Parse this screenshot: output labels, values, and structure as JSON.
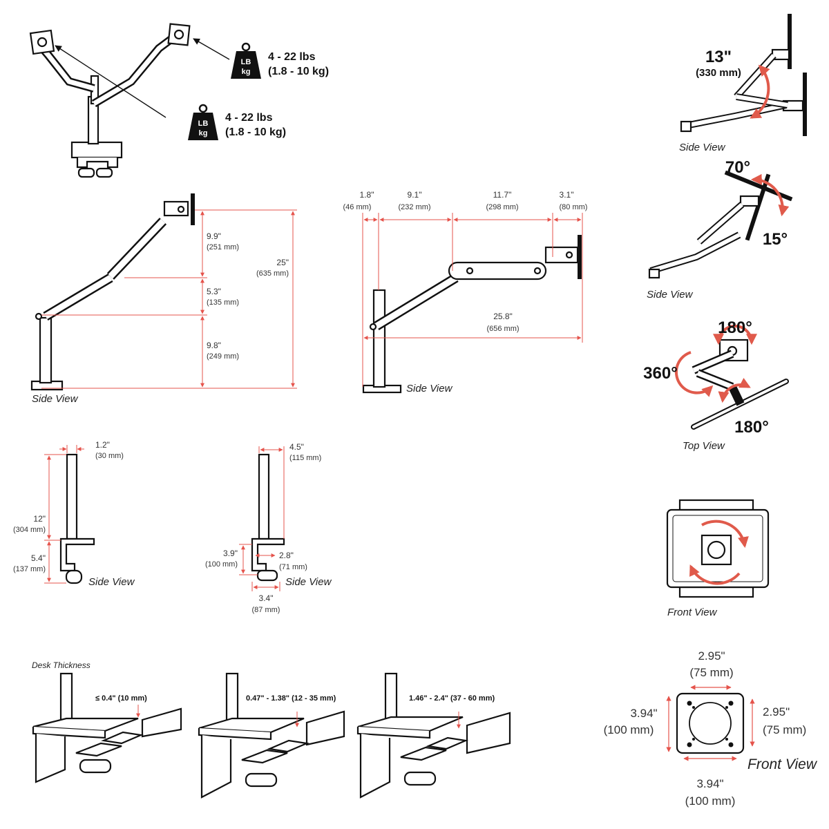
{
  "weights": {
    "top": {
      "lb": "4 - 22 lbs",
      "kg": "(1.8 - 10 kg)",
      "icon_top": "LB",
      "icon_bottom": "kg"
    },
    "lower": {
      "lb": "4 - 22 lbs",
      "kg": "(1.8 - 10 kg)",
      "icon_top": "LB",
      "icon_bottom": "kg"
    }
  },
  "side_view_height": {
    "view_label": "Side View",
    "dims": [
      {
        "in": "9.9\"",
        "mm": "(251 mm)"
      },
      {
        "in": "5.3\"",
        "mm": "(135 mm)"
      },
      {
        "in": "9.8\"",
        "mm": "(249 mm)"
      }
    ],
    "total": {
      "in": "25\"",
      "mm": "(635 mm)"
    }
  },
  "side_view_reach": {
    "view_label": "Side View",
    "segments": [
      {
        "in": "1.8\"",
        "mm": "(46 mm)"
      },
      {
        "in": "9.1\"",
        "mm": "(232 mm)"
      },
      {
        "in": "11.7\"",
        "mm": "(298 mm)"
      },
      {
        "in": "3.1\"",
        "mm": "(80 mm)"
      }
    ],
    "total": {
      "in": "25.8\"",
      "mm": "(656 mm)"
    }
  },
  "lift": {
    "in": "13\"",
    "mm": "(330 mm)",
    "view_label": "Side View"
  },
  "tilt": {
    "up": "70°",
    "down": "15°",
    "view_label": "Side View"
  },
  "rotation": {
    "top": "180°",
    "left": "360°",
    "bottom": "180°",
    "view_label": "Top View"
  },
  "pole_a": {
    "view_label": "Side View",
    "width": {
      "in": "1.2\"",
      "mm": "(30 mm)"
    },
    "height": {
      "in": "12\"",
      "mm": "(304 mm)"
    },
    "clamp": {
      "in": "5.4\"",
      "mm": "(137 mm)"
    }
  },
  "pole_b": {
    "view_label": "Side View",
    "top": {
      "in": "4.5\"",
      "mm": "(115 mm)"
    },
    "clamp_h": {
      "in": "3.9\"",
      "mm": "(100 mm)"
    },
    "clamp_w": {
      "in": "2.8\"",
      "mm": "(71 mm)"
    },
    "base_w": {
      "in": "3.4\"",
      "mm": "(87 mm)"
    }
  },
  "monitor_front": {
    "view_label": "Front View"
  },
  "vesa": {
    "view_label": "Front View",
    "top": {
      "in": "2.95\"",
      "mm": "(75 mm)"
    },
    "right": {
      "in": "2.95\"",
      "mm": "(75 mm)"
    },
    "left": {
      "in": "3.94\"",
      "mm": "(100 mm)"
    },
    "bottom": {
      "in": "3.94\"",
      "mm": "(100 mm)"
    }
  },
  "desk": {
    "title": "Desk Thickness",
    "ranges": [
      "≤ 0.4\" (10 mm)",
      "0.47\" - 1.38\" (12 - 35 mm)",
      "1.46\" - 2.4\" (37 - 60 mm)"
    ]
  },
  "colors": {
    "dimension": "#e5534b",
    "arrow": "#e05a4b",
    "ink": "#111111"
  }
}
